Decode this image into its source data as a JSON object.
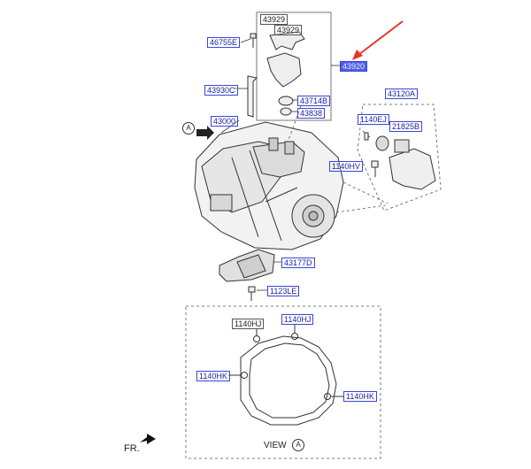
{
  "labels": {
    "p43929a": "43929",
    "p43929b": "43929",
    "p46755e": "46755E",
    "p43920": "43920",
    "p43930c": "43930C",
    "p43714b": "43714B",
    "p43838": "43838",
    "p43000": "43000",
    "p43120a": "43120A",
    "p1140ej": "1140EJ",
    "p21825b": "21825B",
    "p1140hv": "1140HV",
    "p43177d": "43177D",
    "p1123le": "1123LE",
    "p1140hj_a": "1140HJ",
    "p1140hj_b": "1140HJ",
    "p1140hk_a": "1140HK",
    "p1140hk_b": "1140HK"
  },
  "view": {
    "word": "VIEW",
    "letter": "A"
  },
  "marker_a": "A",
  "fr": "FR.",
  "colors": {
    "accent": "#3c50e6",
    "arrow": "#e8332a",
    "line": "#333333"
  }
}
